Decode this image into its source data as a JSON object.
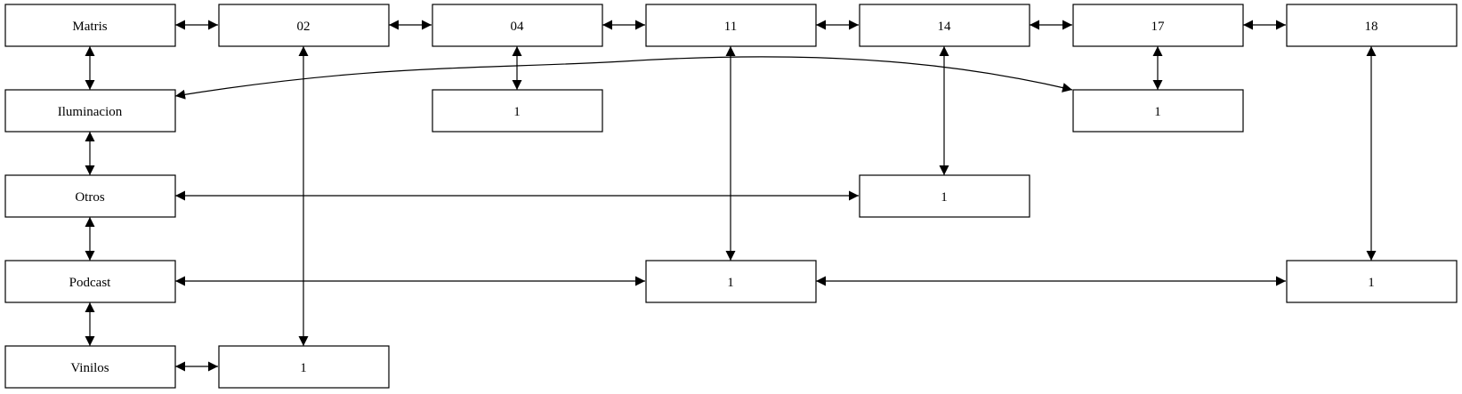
{
  "nodes": {
    "matris": "Matris",
    "n02": "02",
    "n04": "04",
    "n11": "11",
    "n14": "14",
    "n17": "17",
    "n18": "18",
    "iluminacion": "Iluminacion",
    "one_04": "1",
    "one_17": "1",
    "otros": "Otros",
    "one_14": "1",
    "podcast": "Podcast",
    "one_11": "1",
    "one_18": "1",
    "vinilos": "Vinilos",
    "one_02": "1"
  },
  "edges": [
    [
      "matris",
      "n02"
    ],
    [
      "n02",
      "n04"
    ],
    [
      "n04",
      "n11"
    ],
    [
      "n11",
      "n14"
    ],
    [
      "n14",
      "n17"
    ],
    [
      "n17",
      "n18"
    ],
    [
      "matris",
      "iluminacion"
    ],
    [
      "iluminacion",
      "otros"
    ],
    [
      "otros",
      "podcast"
    ],
    [
      "podcast",
      "vinilos"
    ],
    [
      "n04",
      "one_04"
    ],
    [
      "n17",
      "one_17"
    ],
    [
      "n14",
      "one_14"
    ],
    [
      "n11",
      "one_11"
    ],
    [
      "n18",
      "one_18"
    ],
    [
      "n02",
      "one_02"
    ],
    [
      "iluminacion",
      "one_17"
    ],
    [
      "otros",
      "one_14"
    ],
    [
      "podcast",
      "one_11"
    ],
    [
      "one_11",
      "one_18"
    ],
    [
      "vinilos",
      "one_02"
    ]
  ]
}
